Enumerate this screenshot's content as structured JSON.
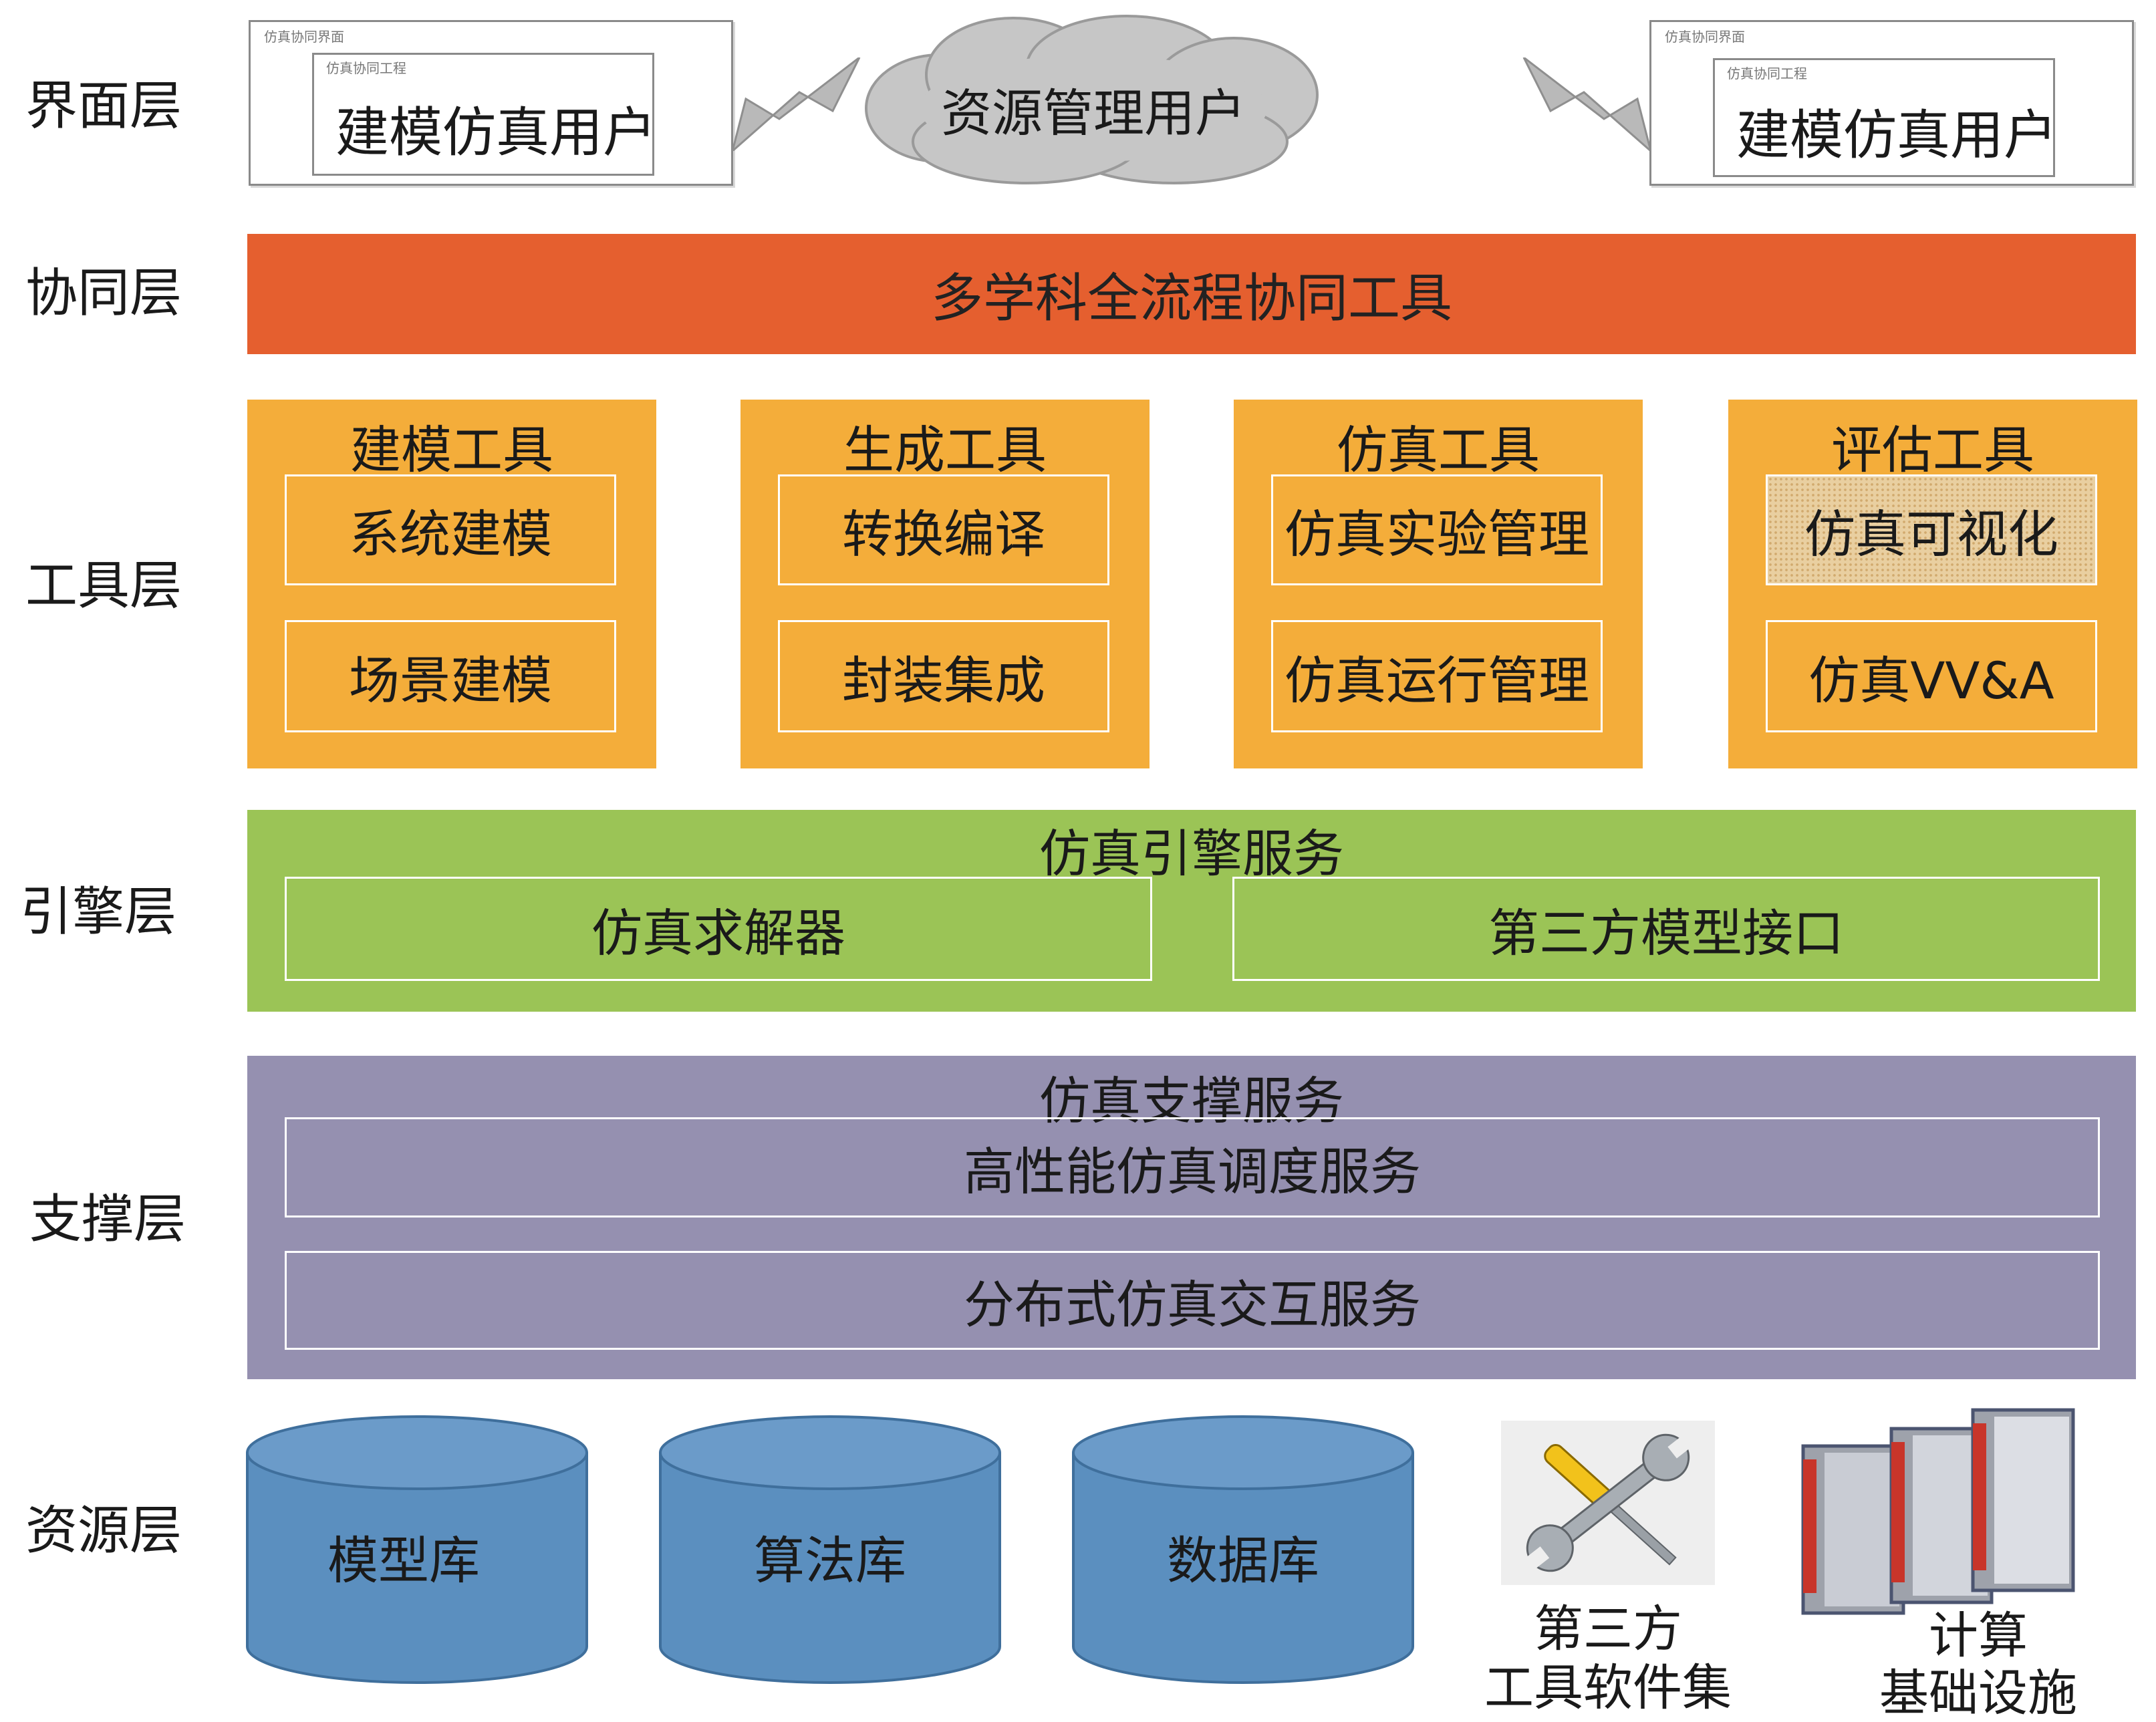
{
  "layers": {
    "interface": "界面层",
    "collaboration": "协同层",
    "tools": "工具层",
    "engine": "引擎层",
    "support": "支撑层",
    "resource": "资源层"
  },
  "interface_layer": {
    "left_window": {
      "title": "仿真协同界面",
      "inner_title": "仿真协同工程",
      "user": "建模仿真用户"
    },
    "center_cloud": "资源管理用户",
    "right_window": {
      "title": "仿真协同界面",
      "inner_title": "仿真协同工程",
      "user": "建模仿真用户"
    }
  },
  "collaboration_layer": {
    "label": "多学科全流程协同工具"
  },
  "tools_layer": {
    "groups": [
      {
        "title": "建模工具",
        "items": [
          "系统建模",
          "场景建模"
        ]
      },
      {
        "title": "生成工具",
        "items": [
          "转换编译",
          "封装集成"
        ]
      },
      {
        "title": "仿真工具",
        "items": [
          "仿真实验管理",
          "仿真运行管理"
        ]
      },
      {
        "title": "评估工具",
        "items": [
          "仿真可视化",
          "仿真VV&A"
        ]
      }
    ]
  },
  "engine_layer": {
    "title": "仿真引擎服务",
    "items": [
      "仿真求解器",
      "第三方模型接口"
    ]
  },
  "support_layer": {
    "title": "仿真支撑服务",
    "items": [
      "高性能仿真调度服务",
      "分布式仿真交互服务"
    ]
  },
  "resource_layer": {
    "databases": [
      "模型库",
      "算法库",
      "数据库"
    ],
    "tools_caption": [
      "第三方",
      "工具软件集"
    ],
    "infra_caption": [
      "计算",
      "基础设施"
    ]
  },
  "colors": {
    "collaboration": "#e55f2f",
    "tools": "#f4ad3a",
    "engine": "#9bc456",
    "support": "#9590b0",
    "database": "#5b8fbf",
    "cloud": "#c6c6c6"
  },
  "icons": [
    "lightning-icon",
    "cloud-icon",
    "wrench-screwdriver-icon",
    "server-rack-icon",
    "database-cylinder-icon"
  ]
}
